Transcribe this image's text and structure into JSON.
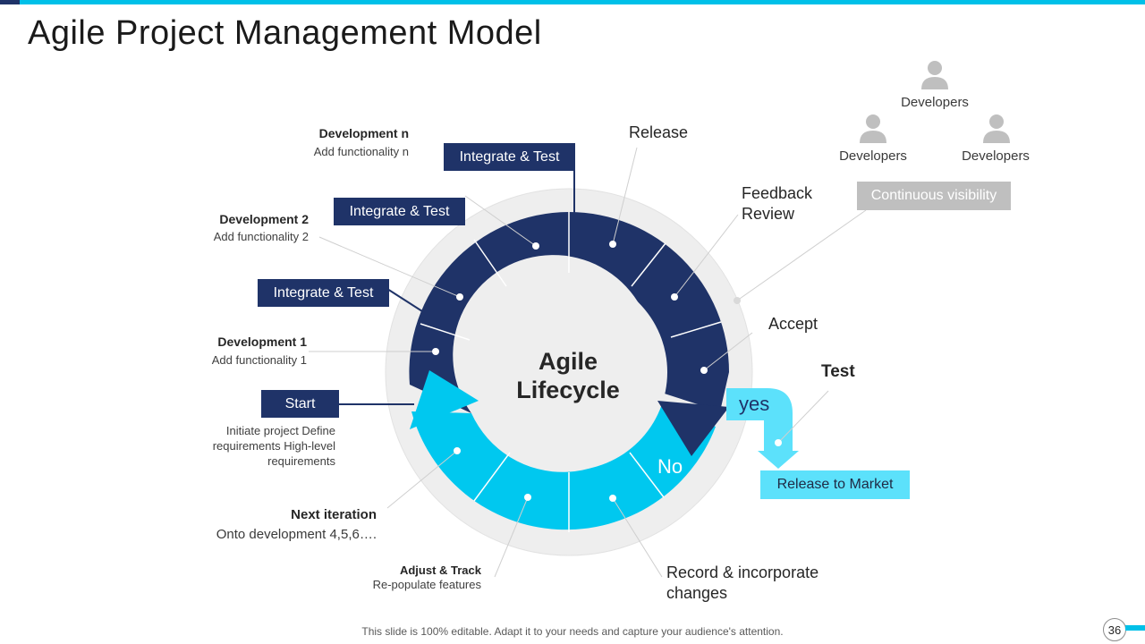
{
  "title": "Agile Project Management Model",
  "center": {
    "line1": "Agile",
    "line2": "Lifecycle"
  },
  "boxes": {
    "integrate_test_top": "Integrate & Test",
    "integrate_test_mid": "Integrate & Test",
    "integrate_test_low": "Integrate & Test",
    "start": "Start",
    "continuous_visibility": "Continuous visibility",
    "release_to_market": "Release to Market"
  },
  "stages": {
    "development_n": {
      "title": "Development n",
      "desc": "Add functionality n"
    },
    "development_2": {
      "title": "Development 2",
      "desc": "Add functionality 2"
    },
    "development_1": {
      "title": "Development 1",
      "desc": "Add functionality 1"
    },
    "start_desc": [
      "Initiate project Define",
      "requirements High-level",
      "requirements"
    ],
    "next_iteration": {
      "title": "Next iteration",
      "desc": "Onto development 4,5,6…."
    },
    "adjust_track": {
      "title": "Adjust & Track",
      "desc": "Re-populate features"
    }
  },
  "right_labels": {
    "release": "Release",
    "feedback": [
      "Feedback",
      "Review"
    ],
    "accept": "Accept",
    "test": "Test",
    "record": [
      "Record & incorporate",
      "changes"
    ],
    "yes": "yes",
    "no": "No"
  },
  "developers": [
    "Developers",
    "Developers",
    "Developers"
  ],
  "icons": {
    "person": "person-icon"
  },
  "colors": {
    "navy": "#1f3368",
    "cyan": "#00c8ef",
    "light_cyan": "#5ce1fb",
    "gray": "#bfbfbf",
    "ring": "#eeeeee"
  },
  "caption": "This slide is 100% editable. Adapt it to your needs and capture your audience's attention.",
  "page_number": "36"
}
